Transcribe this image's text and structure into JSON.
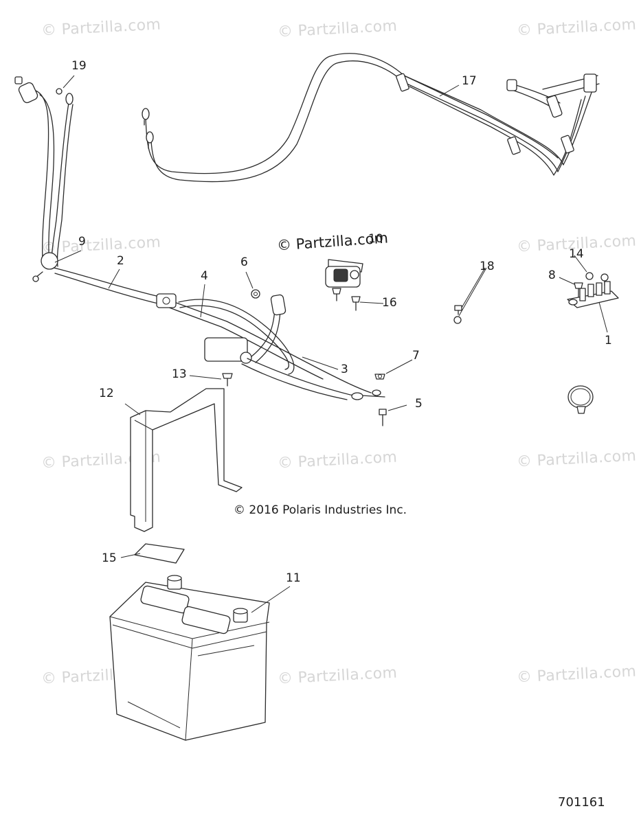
{
  "watermark_text": "© Partzilla.com",
  "center_brand": "© Partzilla.com",
  "copyright": "© 2016 Polaris Industries Inc.",
  "drawing_number": "701161",
  "callouts": {
    "c1": "1",
    "c2": "2",
    "c3": "3",
    "c4": "4",
    "c5": "5",
    "c6": "6",
    "c7": "7",
    "c8": "8",
    "c9": "9",
    "c10": "10",
    "c11": "11",
    "c12": "12",
    "c13": "13",
    "c14": "14",
    "c15": "15",
    "c16": "16",
    "c17": "17",
    "c18": "18",
    "c19": "19"
  },
  "colors": {
    "line": "#2a2a2a",
    "watermark": "#d6d6d6",
    "background": "#ffffff"
  }
}
